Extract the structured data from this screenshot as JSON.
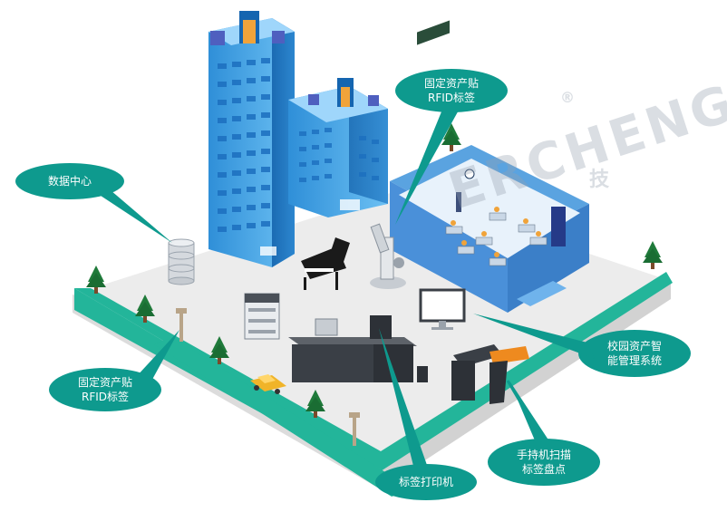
{
  "labels": {
    "data_center": "数据中心",
    "rfid_top_line1": "固定资产贴",
    "rfid_top_line2": "RFID标签",
    "rfid_left_line1": "固定资产贴",
    "rfid_left_line2": "RFID标签",
    "system_line1": "校园资产智",
    "system_line2": "能管理系统",
    "handheld_line1": "手持机扫描",
    "handheld_line2": "标签盘点",
    "printer": "标签打印机"
  },
  "watermark": {
    "logo_text": "ERCHENGW",
    "registered_mark": "®",
    "brand_char": "技"
  },
  "colors": {
    "callout": "#0e9a8e",
    "road": "#23b59a",
    "building_blue": "#3a9be0",
    "building_dark": "#1e6fb8",
    "classroom": "#4a90d9",
    "tree": "#1f7a3a"
  }
}
